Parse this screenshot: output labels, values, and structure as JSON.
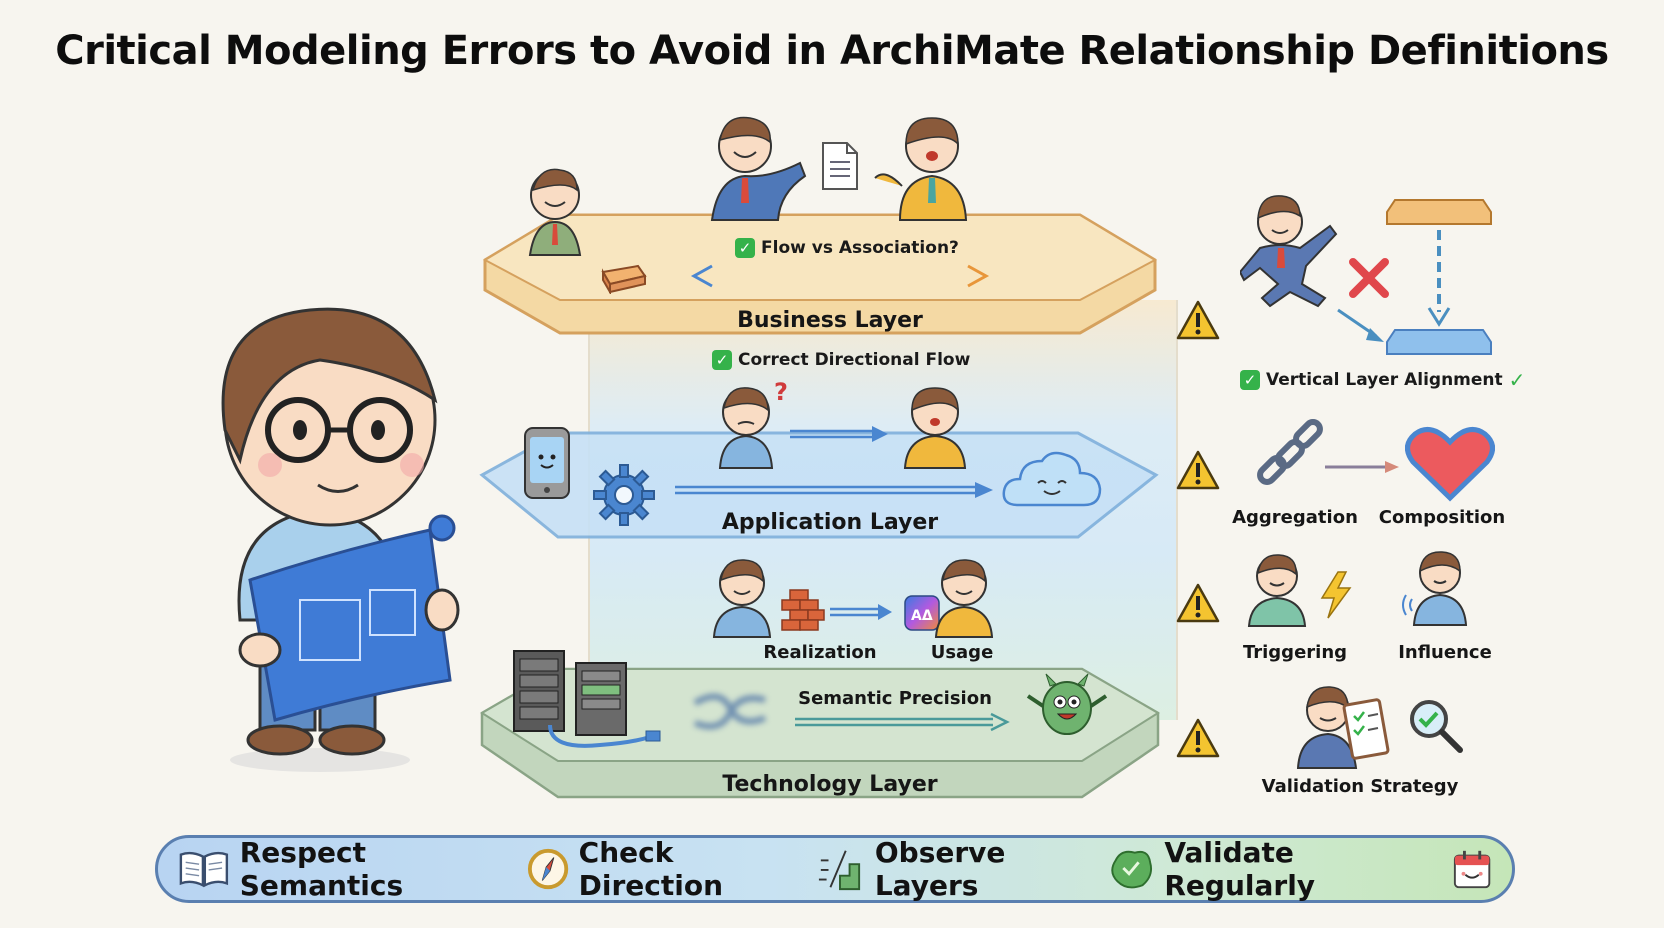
{
  "title": "Critical Modeling Errors to Avoid in ArchiMate Relationship Definitions",
  "layers": {
    "business": {
      "label": "Business Layer",
      "note": "Flow vs Association?",
      "color": "#f2c98a"
    },
    "application": {
      "label": "Application Layer",
      "note": "Correct Directional Flow",
      "color": "#bcdcf5"
    },
    "technology": {
      "label": "Technology Layer",
      "note": "Semantic Precision",
      "color": "#c9dcc4"
    },
    "between_app_tech": {
      "realization_label": "Realization",
      "usage_label": "Usage"
    }
  },
  "warnings": [
    {
      "id": "vertical",
      "label": "Vertical Layer Alignment",
      "check": "✓"
    },
    {
      "id": "aggregation",
      "labels": [
        "Aggregation",
        "Composition"
      ]
    },
    {
      "id": "triggering",
      "labels": [
        "Triggering",
        "Influence"
      ]
    },
    {
      "id": "validation",
      "label": "Validation Strategy"
    }
  ],
  "banner": {
    "items": [
      {
        "icon": "book-icon",
        "label": "Respect Semantics"
      },
      {
        "icon": "compass-icon",
        "label": "Check Direction"
      },
      {
        "icon": "stairs-icon",
        "label": "Observe Layers"
      },
      {
        "icon": "check-blob-icon",
        "label": "Validate Regularly"
      }
    ],
    "end_icon": "calendar-icon"
  },
  "colors": {
    "background": "#f7f5ef",
    "warning": "#f4c430",
    "check": "#35b24a",
    "cross": "#e0474c",
    "arrow_blue": "#4a86d0"
  }
}
